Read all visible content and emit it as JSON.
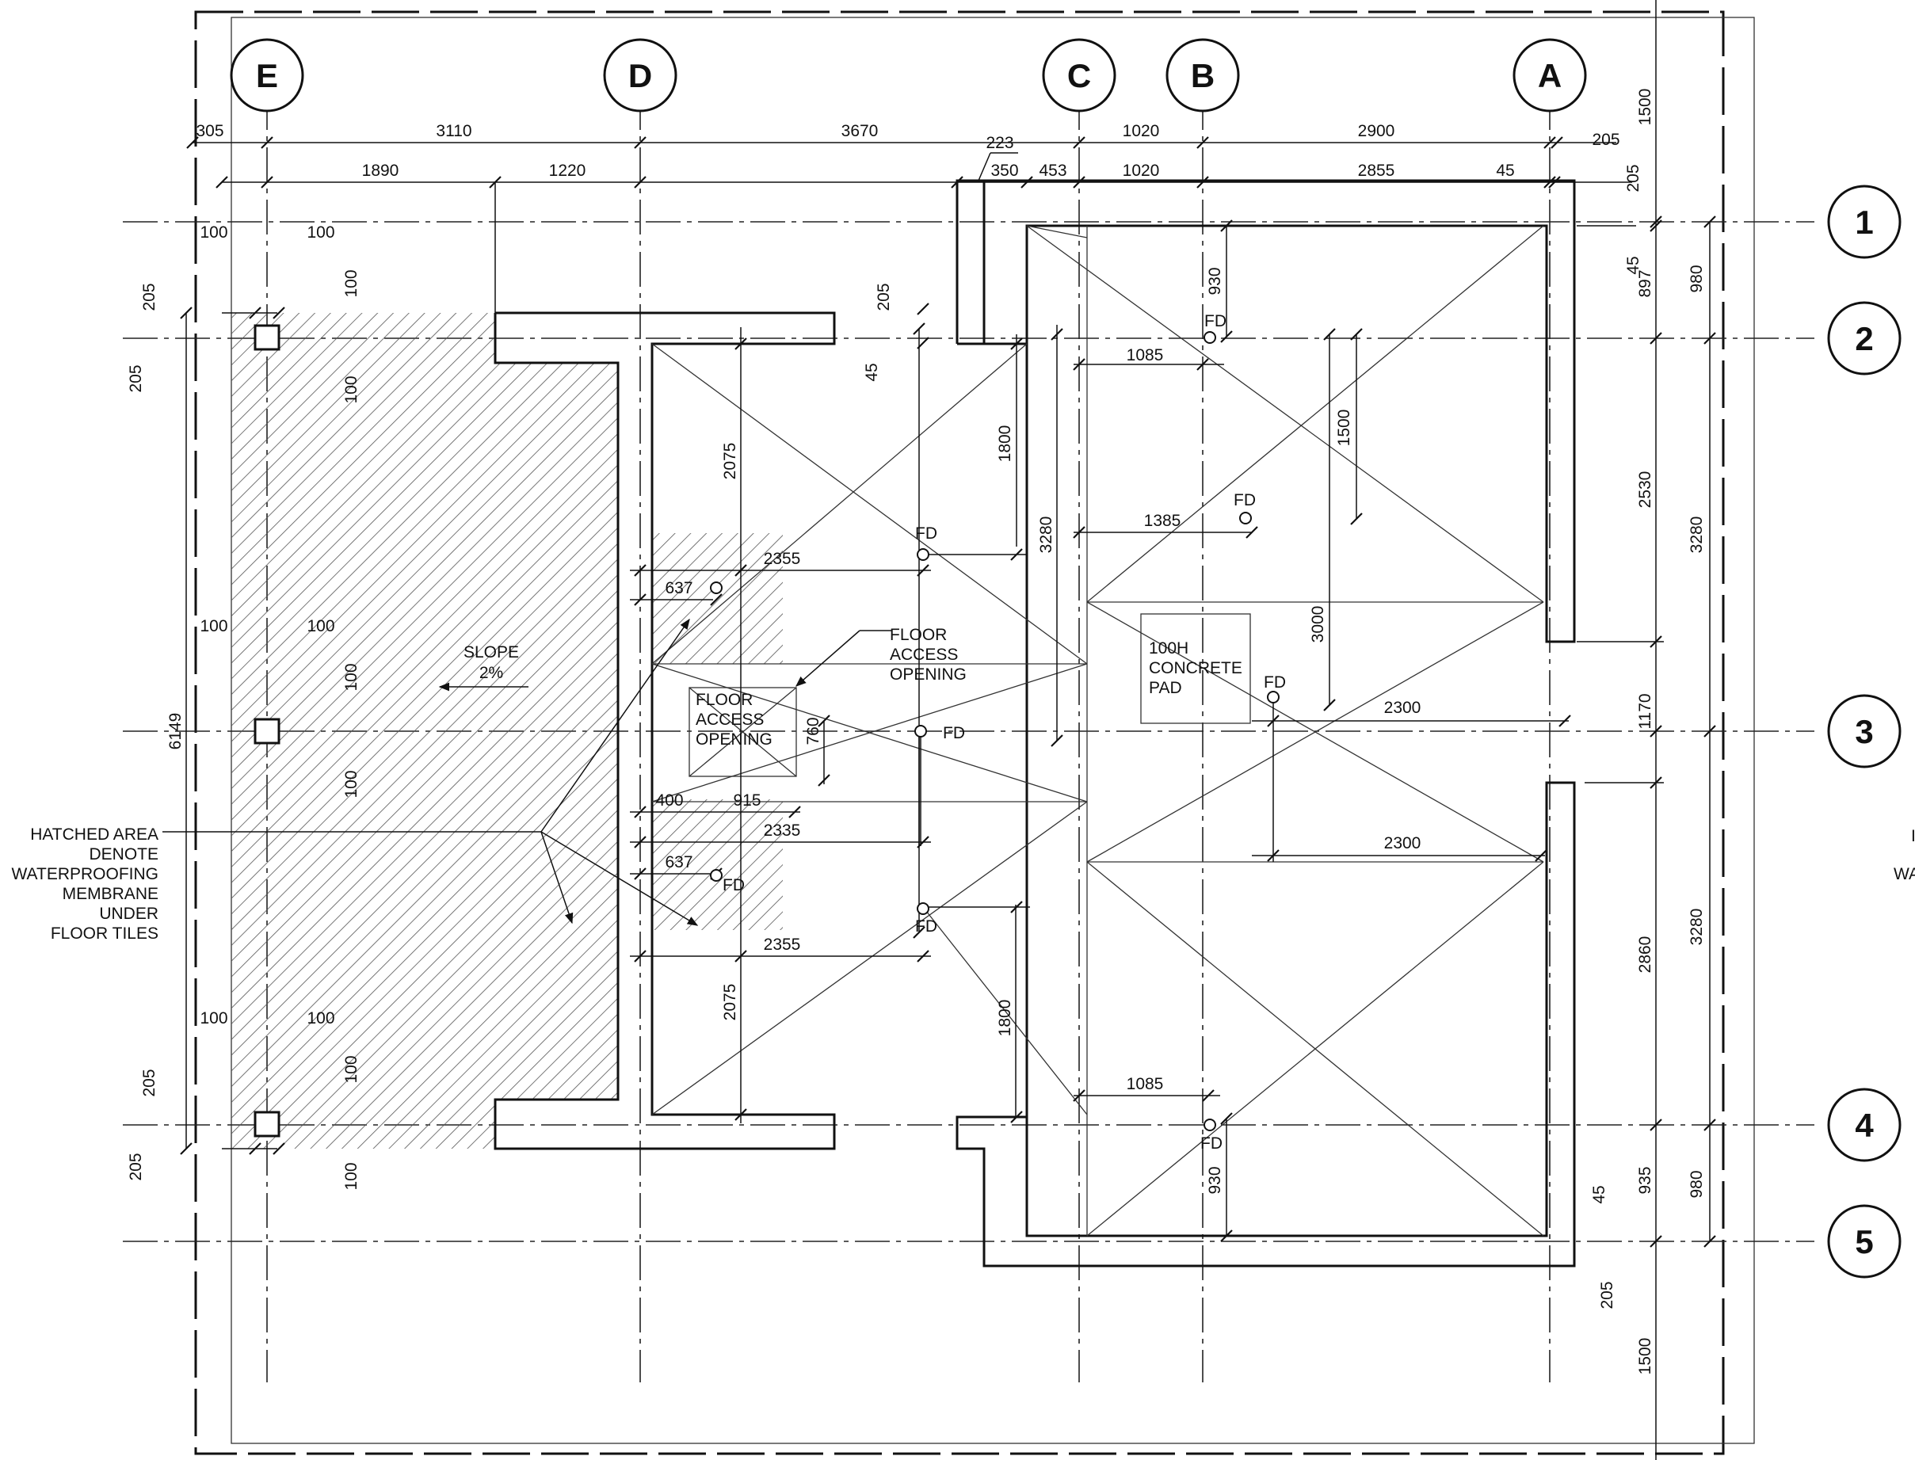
{
  "grid_columns": [
    "E",
    "D",
    "C",
    "B",
    "A"
  ],
  "grid_rows": [
    "1",
    "2",
    "3",
    "4",
    "5"
  ],
  "dims_top_row1": [
    "305",
    "3110",
    "3670",
    "1020",
    "2900",
    "223",
    "205"
  ],
  "dims_top_row2": [
    "1890",
    "1220",
    "350",
    "453",
    "1020",
    "2855",
    "45",
    "205"
  ],
  "dims_right_inner": [
    "1500",
    "45",
    "897",
    "2530",
    "1170",
    "2860",
    "935",
    "45",
    "1500"
  ],
  "dims_right_outer": [
    "980",
    "3280",
    "3280",
    "980"
  ],
  "dims_left": [
    "205",
    "205",
    "6149",
    "205",
    "205"
  ],
  "dims_post": [
    "100",
    "100",
    "100",
    "100"
  ],
  "dims_interior_a": [
    "930",
    "1085",
    "1500",
    "1385",
    "3000",
    "2300",
    "2300",
    "1085",
    "930"
  ],
  "dims_interior_b": [
    "2075",
    "1800",
    "3280",
    "2355",
    "637",
    "760",
    "400",
    "915",
    "2335",
    "637",
    "2355",
    "2075",
    "1800",
    "205",
    "45"
  ],
  "floor_drain": "FD",
  "slope_lines": [
    "SLOPE",
    "2%"
  ],
  "floor_access_label": [
    "FLOOR",
    "ACCESS",
    "OPENING"
  ],
  "concrete_pad": [
    "100H",
    "CONCRETE",
    "PAD"
  ],
  "hatch_note": [
    "HATCHED AREA",
    "DENOTE",
    "WATERPROOFING",
    "MEMBRANE",
    "UNDER",
    "FLOOR TILES"
  ],
  "cut_off_text": [
    "I",
    "WA"
  ],
  "colors": {
    "line": "#111111",
    "paper": "#ffffff",
    "hatch": "#555555"
  }
}
